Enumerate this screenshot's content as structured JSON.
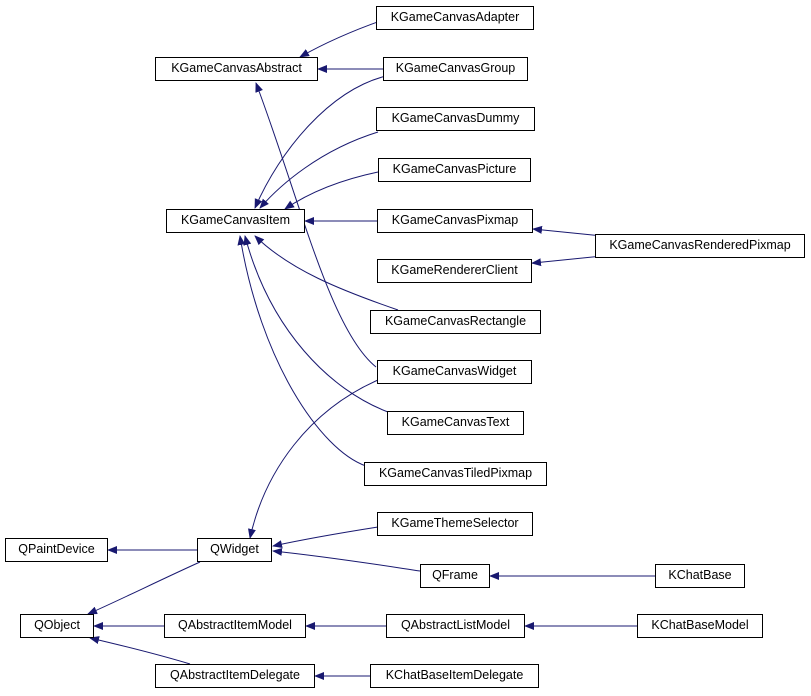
{
  "colors": {
    "edge": "#191970",
    "node_border": "#000000",
    "background": "#ffffff"
  },
  "nodes": {
    "adapter": "KGameCanvasAdapter",
    "abstract": "KGameCanvasAbstract",
    "group": "KGameCanvasGroup",
    "dummy": "KGameCanvasDummy",
    "picture": "KGameCanvasPicture",
    "item": "KGameCanvasItem",
    "pixmap": "KGameCanvasPixmap",
    "rendered_pixmap": "KGameCanvasRenderedPixmap",
    "renderer_client": "KGameRendererClient",
    "rectangle": "KGameCanvasRectangle",
    "widget_canvas": "KGameCanvasWidget",
    "text": "KGameCanvasText",
    "tiled_pixmap": "KGameCanvasTiledPixmap",
    "theme_selector": "KGameThemeSelector",
    "qpaintdevice": "QPaintDevice",
    "qwidget": "QWidget",
    "qframe": "QFrame",
    "kchatbase": "KChatBase",
    "qobject": "QObject",
    "qabstractitemmodel": "QAbstractItemModel",
    "qabstractlistmodel": "QAbstractListModel",
    "kchatbasemodel": "KChatBaseModel",
    "qabstractitemdelegate": "QAbstractItemDelegate",
    "kchatbaseitemdelegate": "KChatBaseItemDelegate"
  },
  "edges": [
    [
      "adapter",
      "abstract"
    ],
    [
      "group",
      "abstract"
    ],
    [
      "widget_canvas",
      "abstract"
    ],
    [
      "group",
      "item"
    ],
    [
      "dummy",
      "item"
    ],
    [
      "picture",
      "item"
    ],
    [
      "pixmap",
      "item"
    ],
    [
      "rectangle",
      "item"
    ],
    [
      "text",
      "item"
    ],
    [
      "tiled_pixmap",
      "item"
    ],
    [
      "rendered_pixmap",
      "pixmap"
    ],
    [
      "rendered_pixmap",
      "renderer_client"
    ],
    [
      "widget_canvas",
      "qwidget"
    ],
    [
      "theme_selector",
      "qwidget"
    ],
    [
      "qframe",
      "qwidget"
    ],
    [
      "qwidget",
      "qpaintdevice"
    ],
    [
      "qwidget",
      "qobject"
    ],
    [
      "kchatbase",
      "qframe"
    ],
    [
      "qabstractitemmodel",
      "qobject"
    ],
    [
      "qabstractitemdelegate",
      "qobject"
    ],
    [
      "qabstractlistmodel",
      "qabstractitemmodel"
    ],
    [
      "kchatbasemodel",
      "qabstractlistmodel"
    ],
    [
      "kchatbaseitemdelegate",
      "qabstractitemdelegate"
    ]
  ]
}
